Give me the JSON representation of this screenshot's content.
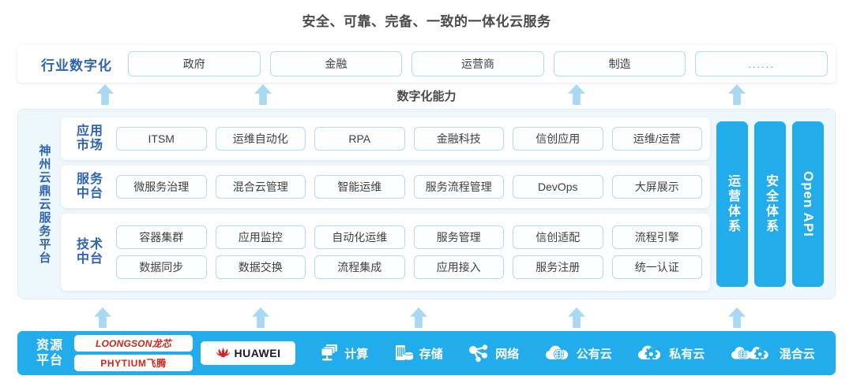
{
  "title": "安全、可靠、完备、一致的一体化云服务",
  "industry": {
    "label": "行业数字化",
    "items": [
      {
        "label": "政府"
      },
      {
        "label": "金融"
      },
      {
        "label": "运营商"
      },
      {
        "label": "制造"
      },
      {
        "label": "......"
      }
    ]
  },
  "capability_label": "数字化能力",
  "platform": {
    "label": "神州云鼎云服务平台",
    "tiers": [
      {
        "label": "应用\n市场",
        "label_lines": [
          "应用",
          "市场"
        ],
        "rows": [
          [
            "ITSM",
            "运维自动化",
            "RPA",
            "金融科技",
            "信创应用",
            "运维/运营"
          ]
        ]
      },
      {
        "label_lines": [
          "服务",
          "中台"
        ],
        "rows": [
          [
            "微服务治理",
            "混合云管理",
            "智能运维",
            "服务流程管理",
            "DevOps",
            "大屏展示"
          ]
        ]
      },
      {
        "label_lines": [
          "技术",
          "中台"
        ],
        "rows": [
          [
            "容器集群",
            "应用监控",
            "自动化运维",
            "服务管理",
            "信创适配",
            "流程引擎"
          ],
          [
            "数据同步",
            "数据交换",
            "流程集成",
            "应用接入",
            "服务注册",
            "统一认证"
          ]
        ]
      }
    ],
    "vertical_bars": [
      {
        "label": "运营体系",
        "latin": false
      },
      {
        "label": "安全体系",
        "latin": false
      },
      {
        "label": "Open API",
        "latin": true
      }
    ]
  },
  "resource": {
    "label_lines": [
      "资源",
      "平台"
    ],
    "logos": [
      {
        "name": "loongson-logo",
        "text": "LOONGSON龙芯"
      },
      {
        "name": "phytium-logo",
        "text": "PHYTIUM飞腾"
      }
    ],
    "huawei": {
      "name": "huawei-logo",
      "text": "HUAWEI"
    },
    "items": [
      {
        "icon": "compute-icon",
        "label": "计算"
      },
      {
        "icon": "storage-icon",
        "label": "存储"
      },
      {
        "icon": "network-icon",
        "label": "网络"
      },
      {
        "icon": "public-cloud-icon",
        "label": "公有云"
      },
      {
        "icon": "private-cloud-icon",
        "label": "私有云"
      },
      {
        "icon": "hybrid-cloud-icon",
        "label": "混合云"
      }
    ]
  },
  "arrows": {
    "upper": [
      133,
      333,
      730,
      933
    ],
    "lower": [
      130,
      330,
      530,
      730,
      933
    ]
  },
  "colors": {
    "accent_blue": "#22acec",
    "label_blue": "#2f64b0",
    "arrow_blue": "#a9d8f2",
    "cell_border": "#b3daf0",
    "panel_bg": "#eef7fb",
    "logo_red": "#d0241f"
  }
}
